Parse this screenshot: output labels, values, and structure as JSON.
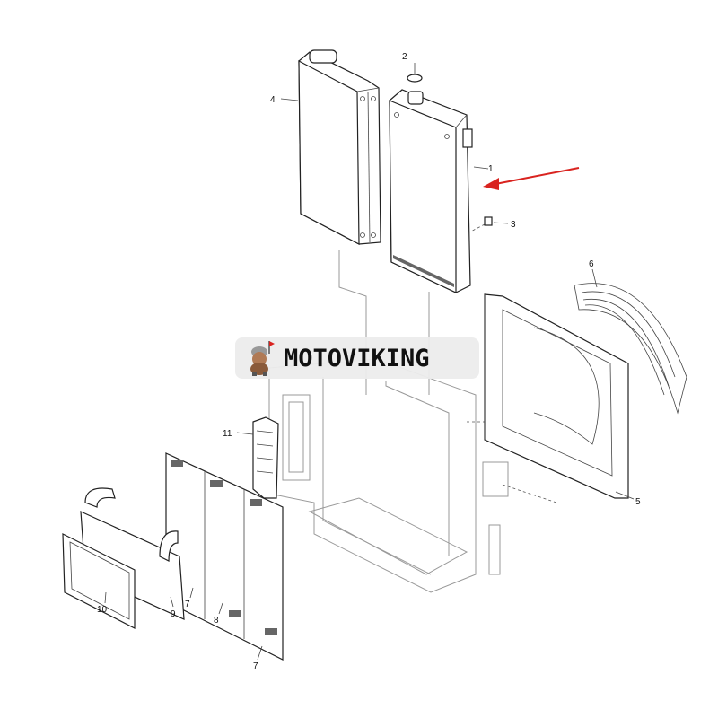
{
  "watermark": {
    "brand": "MOTOVIKING"
  },
  "callouts": {
    "c1": "1",
    "c2": "2",
    "c3": "3",
    "c4": "4",
    "c5": "5",
    "c6": "6",
    "c7a": "7",
    "c7b": "7",
    "c8": "8",
    "c9": "9",
    "c10": "10",
    "c11": "11"
  },
  "colors": {
    "arrow": "#d9231f",
    "line": "#222222"
  }
}
